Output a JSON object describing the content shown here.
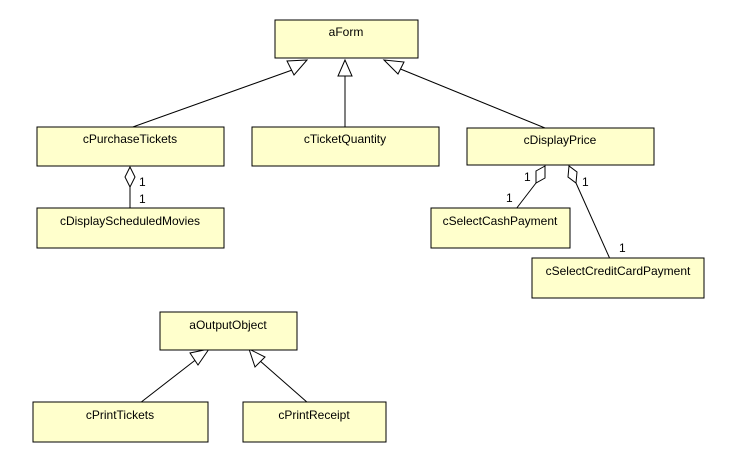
{
  "classes": {
    "aForm": "aForm",
    "cPurchaseTickets": "cPurchaseTickets",
    "cTicketQuantity": "cTicketQuantity",
    "cDisplayPrice": "cDisplayPrice",
    "cDisplayScheduledMovies": "cDisplayScheduledMovies",
    "cSelectCashPayment": "cSelectCashPayment",
    "cSelectCreditCardPayment": "cSelectCreditCardPayment",
    "aOutputObject": "aOutputObject",
    "cPrintTickets": "cPrintTickets",
    "cPrintReceipt": "cPrintReceipt"
  },
  "multiplicities": {
    "purchase_end": "1",
    "movies_end": "1",
    "price_cash_end": "1",
    "cash_end": "1",
    "price_credit_end": "1",
    "credit_end": "1"
  }
}
